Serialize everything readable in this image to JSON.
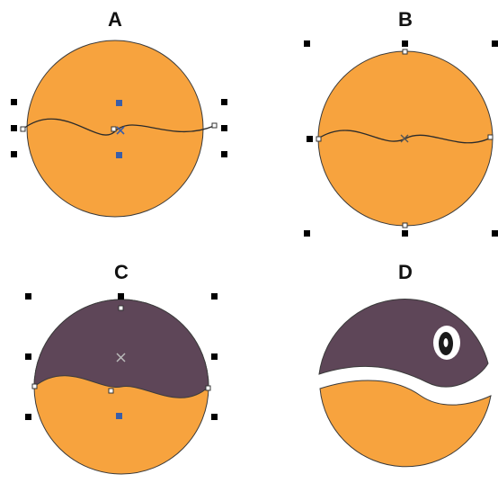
{
  "panels": [
    {
      "label": "A"
    },
    {
      "label": "B"
    },
    {
      "label": "C"
    },
    {
      "label": "D"
    }
  ],
  "colors": {
    "orange": "#f7a33e",
    "purple": "#5e4658",
    "outline": "#3b3b3b",
    "handle": "#000000",
    "control_point": "#3a5ea8",
    "eye_white": "#ffffff",
    "pupil": "#1a1a1a"
  },
  "icons": {
    "handle": "selection-handle-icon",
    "center": "center-x-marker-icon",
    "node": "path-node-icon",
    "control": "control-point-icon"
  }
}
